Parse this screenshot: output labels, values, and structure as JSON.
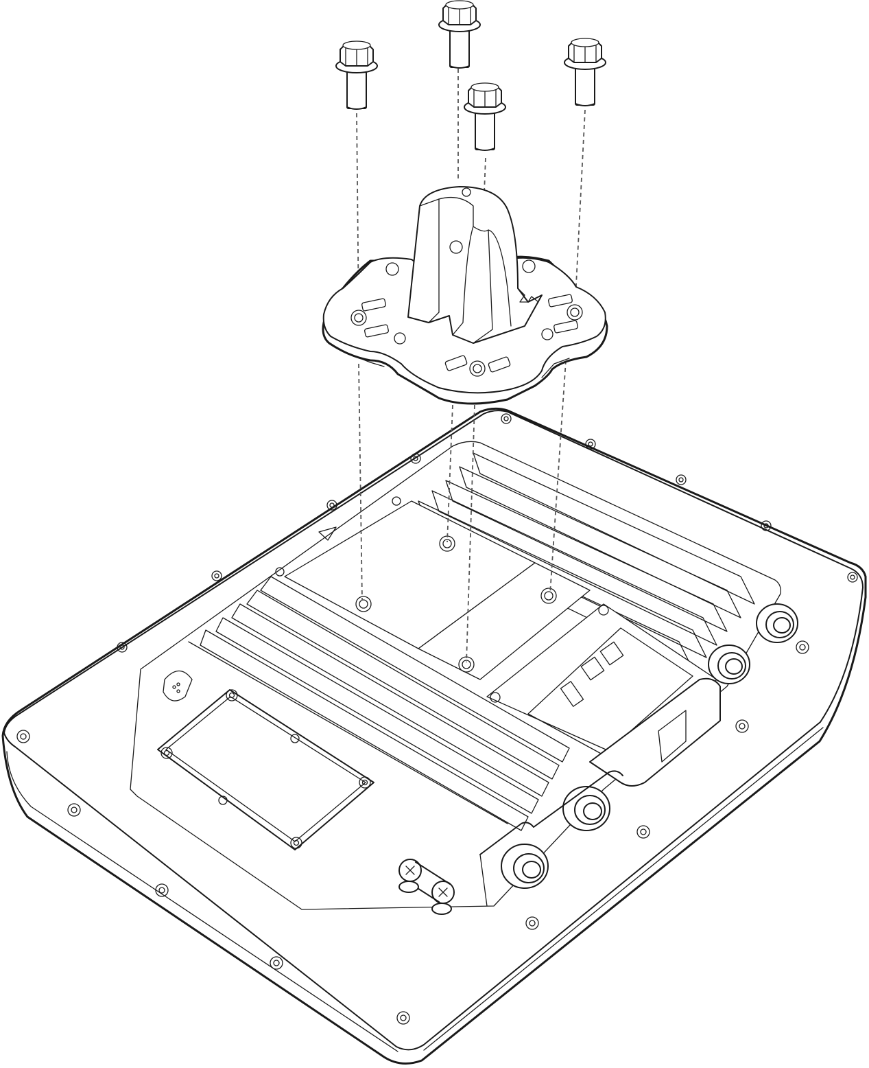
{
  "figure": {
    "description_labels": [],
    "colors": {
      "ink": "#1a1a1a",
      "paper": "#ffffff",
      "guide": "#555555"
    },
    "parts": {
      "screws": {
        "count": 4,
        "icon": "hex-flange-bolt-icon"
      },
      "bracket": {
        "icon": "pole-mount-bracket-icon"
      },
      "device": {
        "icon": "outdoor-access-point-icon",
        "antenna_connectors": 4,
        "ethernet_ports": 2
      }
    }
  }
}
